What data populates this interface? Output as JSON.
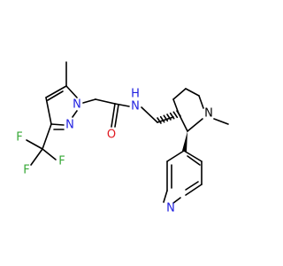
{
  "colors": {
    "bond": "#000000",
    "nitrogen": "#1f1fe0",
    "oxygen": "#e0181f",
    "fluorine": "#37a837",
    "background": "#ffffff"
  },
  "atoms": {
    "n1": "N",
    "n2": "N",
    "o_carbonyl": "O",
    "n_amide": "N",
    "h_amide": "H",
    "n_pyrrolidine": "N",
    "n_pyridine": "N",
    "f1": "F",
    "f2": "F",
    "f3": "F"
  }
}
